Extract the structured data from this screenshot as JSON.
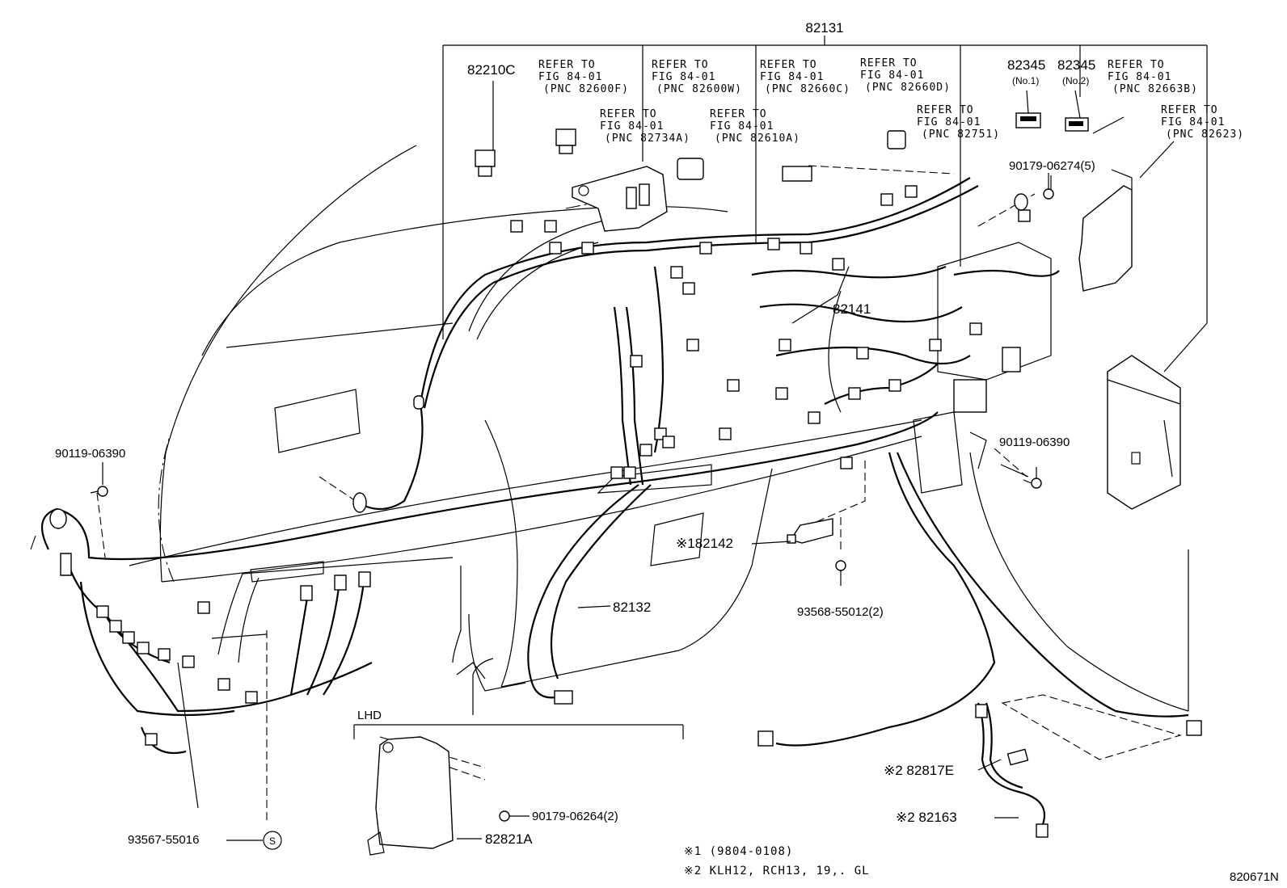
{
  "labels": {
    "main_harness": "82131",
    "relay_left": "82210C",
    "relay_no1": "82345",
    "relay_no1_sub": "(No.1)",
    "relay_no2": "82345",
    "relay_no2_sub": "(No.2)",
    "harness_center": "82141",
    "harness_lower": "82132",
    "part_182142": "※182142",
    "bolt_left": "90119-06390",
    "bolt_right": "90119-06390",
    "screw_top_right": "90179-06274(5)",
    "screw_mid": "93568-55012(2)",
    "clamp_bottom": "93567-55016",
    "screw_lhd": "90179-06264(2)",
    "bracket_lhd": "82821A",
    "part_82817E": "※2 82817E",
    "part_82163": "※2 82163",
    "lhd_title": "LHD",
    "s_mark": "S",
    "figure_id": "820671N"
  },
  "references": {
    "r1": [
      "REFER TO",
      "FIG 84-01",
      "(PNC 82600F)"
    ],
    "r2": [
      "REFER TO",
      "FIG 84-01",
      "(PNC 82600W)"
    ],
    "r3": [
      "REFER TO",
      "FIG 84-01",
      "(PNC 82660C)"
    ],
    "r4": [
      "REFER TO",
      "FIG 84-01",
      "(PNC 82660D)"
    ],
    "r5": [
      "REFER TO",
      "FIG 84-01",
      "(PNC 82663B)"
    ],
    "r6": [
      "REFER TO",
      "FIG 84-01",
      "(PNC 82734A)"
    ],
    "r7": [
      "REFER TO",
      "FIG 84-01",
      "(PNC 82610A)"
    ],
    "r8": [
      "REFER TO",
      "FIG 84-01",
      "(PNC 82751)"
    ],
    "r9": [
      "REFER TO",
      "FIG 84-01",
      "(PNC 82623)"
    ]
  },
  "notes": {
    "note1": "※1 (9804-0108)",
    "note2": "※2 KLH12, RCH13, 19,. GL"
  }
}
